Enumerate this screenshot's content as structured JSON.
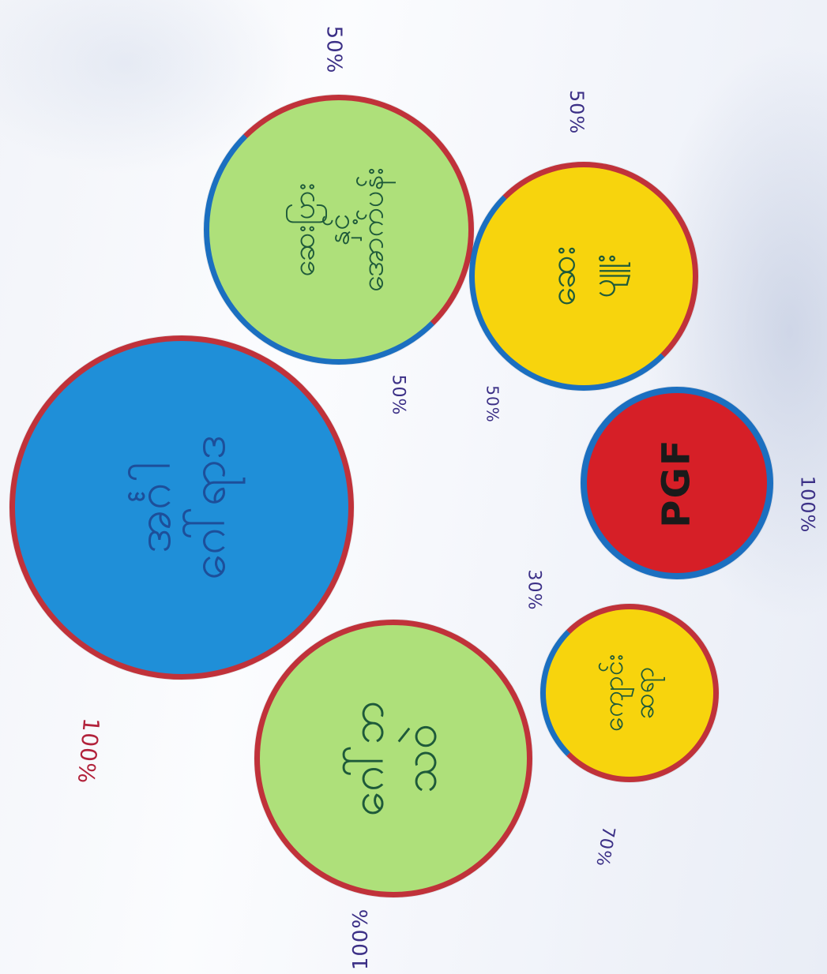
{
  "colors": {
    "blue_fill": "#1f8fd8",
    "green_fill": "#aee07a",
    "yellow_fill": "#f7d40d",
    "red_fill": "#d61f27",
    "red_outline": "#c0323a",
    "blue_outline": "#1b6fc0",
    "handwriting_blue": "#1d4f9a",
    "handwriting_green": "#1e5a3a",
    "percent_purple": "#3b2f86",
    "percent_red": "#b2223b"
  },
  "circles": [
    {
      "id": "blue-large",
      "label": "အင်္ဂါ\nဂေါ်ရာဒ",
      "value_label": "100%"
    },
    {
      "id": "green-bottom",
      "label": "ဂေါ်ဘ\nသဝဲ",
      "value_label": "100%"
    },
    {
      "id": "green-top",
      "label": "ဆေးပြား\nနှင့်\nအောက်ပန်း",
      "value_label": "50%"
    },
    {
      "id": "yellow-top",
      "label": "ဆေး\nပျူး",
      "value_label": "50%"
    },
    {
      "id": "red-pgf",
      "label": "PGF",
      "value_label": "100%"
    },
    {
      "id": "yellow-bottom",
      "label": "ကျောင်း\nဆရာ",
      "value_label": "70%"
    }
  ],
  "extra_labels": [
    {
      "id": "green-top-left",
      "text": "50%"
    },
    {
      "id": "yellow-top-left",
      "text": "50%"
    },
    {
      "id": "pgf-left",
      "text": "30%"
    }
  ]
}
